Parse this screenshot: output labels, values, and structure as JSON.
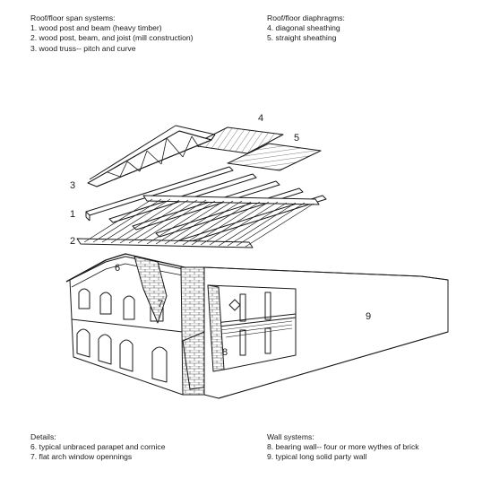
{
  "legend": {
    "span_systems": {
      "heading": "Roof/floor  span systems:",
      "items": [
        "1.  wood post and beam (heavy  timber)",
        "2.  wood post, beam, and joist (mill construction)",
        "3.  wood truss-- pitch and curve"
      ]
    },
    "diaphragms": {
      "heading": "Roof/floor diaphragms:",
      "items": [
        "4.  diagonal sheathing",
        "5.  straight sheathing"
      ]
    },
    "details": {
      "heading": "Details:",
      "items": [
        "6.  typical unbraced parapet and cornice",
        "7.  flat arch window opennings"
      ]
    },
    "wall_systems": {
      "heading": "Wall systems:",
      "items": [
        "8.  bearing wall-- four or more wythes of brick",
        "9.  typical long solid party wall"
      ]
    }
  },
  "callouts": {
    "c1": "1",
    "c2": "2",
    "c3": "3",
    "c4": "4",
    "c5": "5",
    "c6": "6",
    "c7": "7",
    "c8": "8",
    "c9": "9"
  }
}
